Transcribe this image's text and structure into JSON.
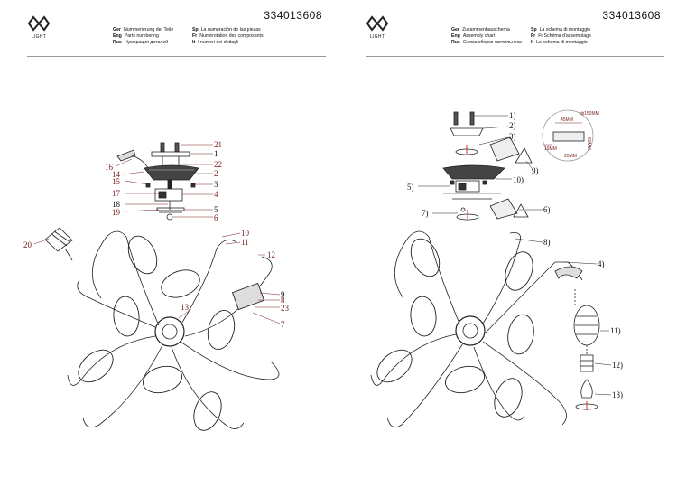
{
  "pages": [
    {
      "logo_text": "LIGHT",
      "code": "334013608",
      "langs": [
        {
          "code": "Ger",
          "text": "Nummerierung der Teile"
        },
        {
          "code": "Eng",
          "text": "Parts numbering"
        },
        {
          "code": "Rus",
          "text": "Нумерация деталей"
        }
      ],
      "langs_right": [
        {
          "code": "Sp",
          "text": "La numeración de las piezas"
        },
        {
          "code": "Fr",
          "text": "Numérotation des composants"
        },
        {
          "code": "It",
          "text": "I numeri dei dettagli"
        }
      ],
      "callouts": [
        "21",
        "1",
        "22",
        "2",
        "3",
        "4",
        "5",
        "6",
        "16",
        "14",
        "15",
        "17",
        "18",
        "19",
        "20",
        "10",
        "11",
        "12",
        "9",
        "8",
        "23",
        "7",
        "13"
      ]
    },
    {
      "logo_text": "LIGHT",
      "code": "334013608",
      "langs": [
        {
          "code": "Ger",
          "text": "Zusammenbauschema"
        },
        {
          "code": "Eng",
          "text": "Assembly chart"
        },
        {
          "code": "Rus",
          "text": "Схема сборки светильника"
        }
      ],
      "langs_right": [
        {
          "code": "Sp",
          "text": "La schema di montaggio"
        },
        {
          "code": "Fr",
          "text": "Fr Schéma d'assemblage"
        },
        {
          "code": "It",
          "text": "Lo schema di montaggio"
        }
      ],
      "callouts": [
        "1)",
        "2)",
        "3)",
        "9)",
        "10)",
        "5)",
        "6)",
        "7)",
        "8)",
        "4)",
        "11)",
        "12)",
        "13)"
      ],
      "dims": [
        "ф150MM",
        "45MM",
        "19MM",
        "20MM",
        "60MM"
      ]
    }
  ]
}
